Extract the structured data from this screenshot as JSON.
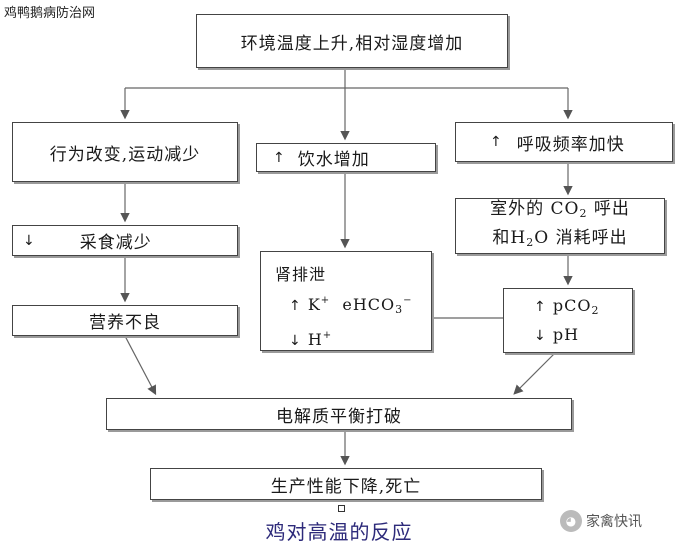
{
  "watermark": "鸡鸭鹅病防治网",
  "boxes": {
    "top": "环境温度上升,相对湿度增加",
    "behavior": "行为改变,运动减少",
    "water": "饮水增加",
    "breath": "呼吸频率加快",
    "feed": "采食减少",
    "nutrition": "营养不良",
    "co2_line1_a": "室外的 CO",
    "co2_line1_sub": "2",
    "co2_line1_b": " 呼出",
    "co2_line2_a": "和H",
    "co2_line2_sub": "2",
    "co2_line2_b": "O 消耗呼出",
    "kidney_title": "肾排泄",
    "kidney_k": "K",
    "kidney_k_sup": "+",
    "kidney_hco3": "eHCO",
    "kidney_hco3_sub": "3",
    "kidney_hco3_sup": "−",
    "kidney_h": "H",
    "kidney_h_sup": "+",
    "blood_pco2": "pCO",
    "blood_pco2_sub": "2",
    "blood_ph": "pH",
    "electrolyte": "电解质平衡打破",
    "result": "生产性能下降,死亡"
  },
  "icons": {
    "up": "up-arrow-icon",
    "down": "down-arrow-icon"
  },
  "caption": "鸡对高温的反应",
  "wechat_label": "家禽快讯",
  "colors": {
    "caption": "#2d2a7a",
    "border": "#444444"
  }
}
